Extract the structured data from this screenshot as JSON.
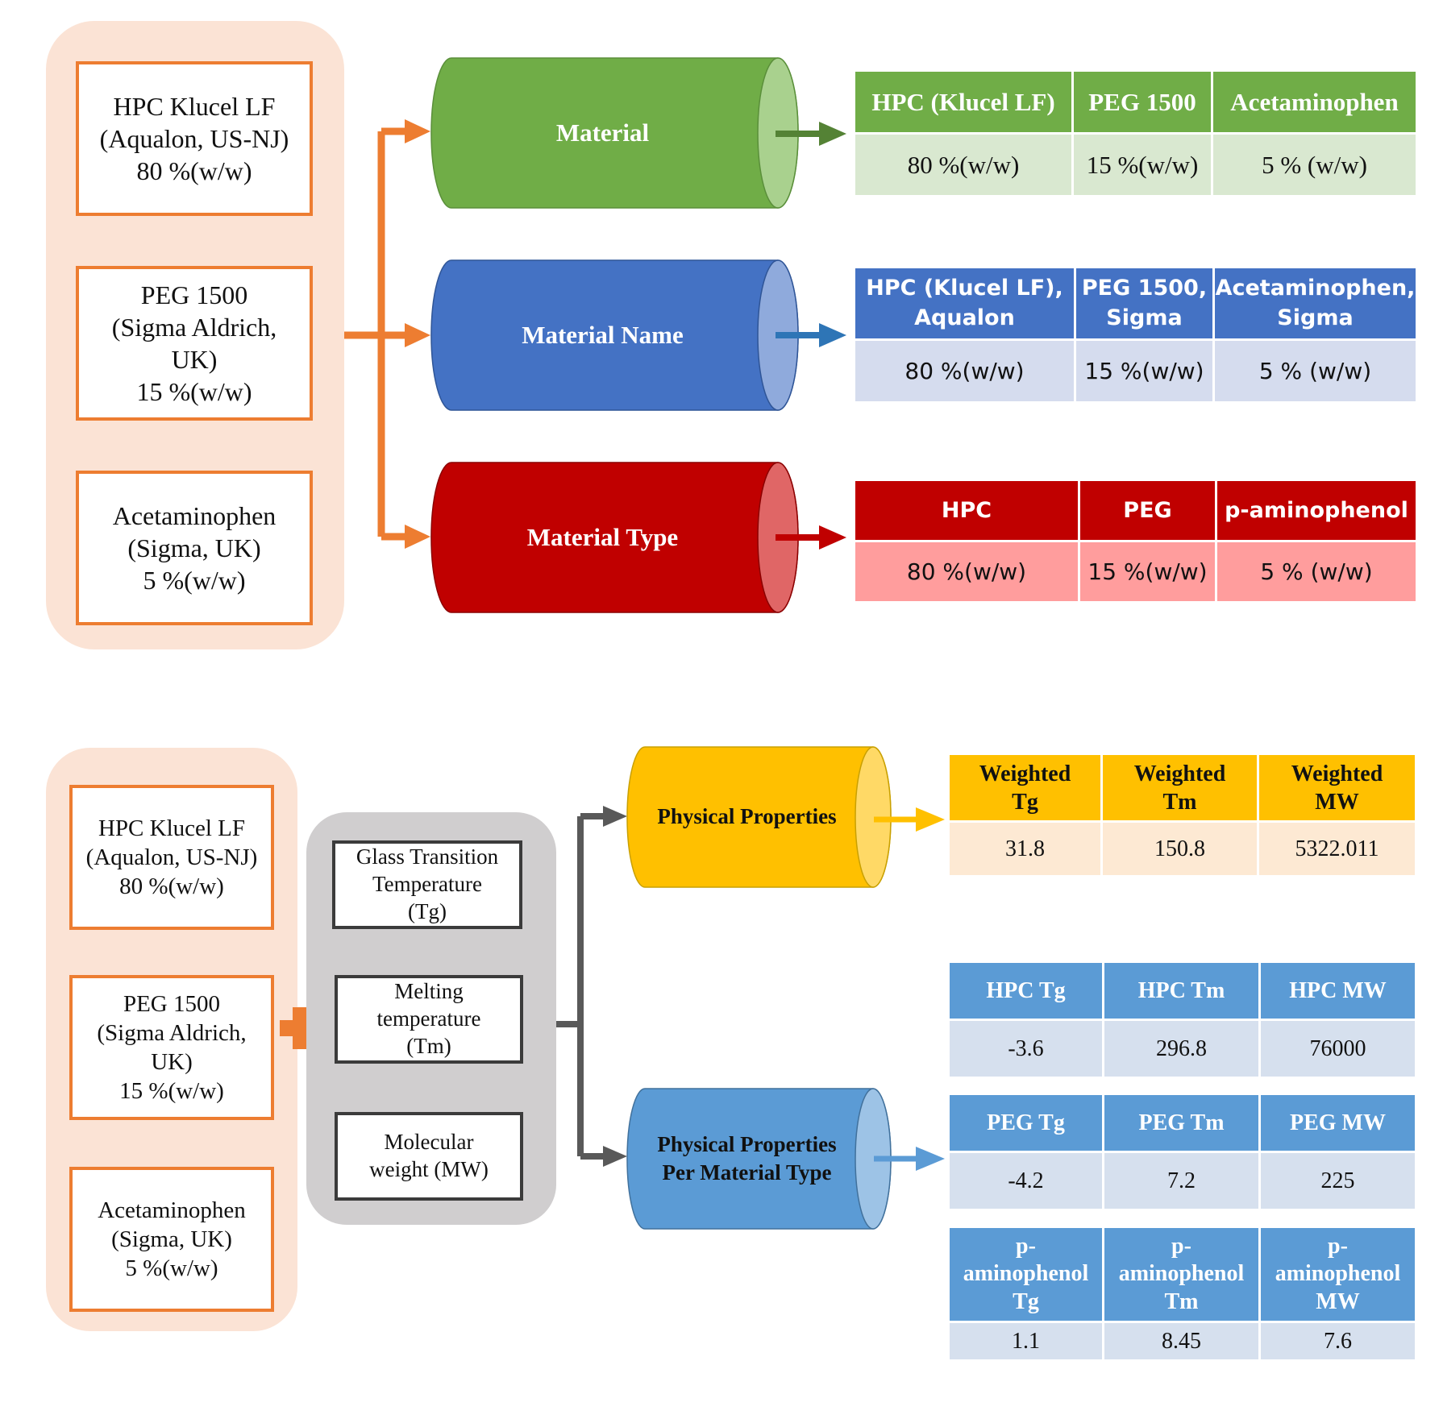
{
  "top": {
    "sources": [
      {
        "lines": [
          "HPC Klucel LF",
          "(Aqualon, US-NJ)",
          "80 %(w/w)"
        ]
      },
      {
        "lines": [
          "PEG 1500",
          "(Sigma Aldrich,",
          "UK)",
          "15 %(w/w)"
        ]
      },
      {
        "lines": [
          "Acetaminophen",
          "(Sigma, UK)",
          "5 %(w/w)"
        ]
      }
    ],
    "cylinders": [
      {
        "label": "Material",
        "color": "#70ad47",
        "cap": "#a9d18e"
      },
      {
        "label": "Material Name",
        "color": "#4472c4",
        "cap": "#8faadc"
      },
      {
        "label": "Material Type",
        "color": "#c00000",
        "cap": "#e06666"
      }
    ],
    "tables": [
      {
        "header": [
          "HPC (Klucel LF)",
          "PEG 1500",
          "Acetaminophen"
        ],
        "values": [
          "80 %(w/w)",
          "15 %(w/w)",
          "5 % (w/w)"
        ],
        "header_color": "#70ad47",
        "row_color": "#d9e8d0"
      },
      {
        "header": [
          [
            "HPC (Klucel LF),",
            "Aqualon"
          ],
          [
            "PEG 1500,",
            "Sigma"
          ],
          [
            "Acetaminophen,",
            "Sigma"
          ]
        ],
        "values": [
          "80 %(w/w)",
          "15 %(w/w)",
          "5 % (w/w)"
        ],
        "header_color": "#4472c4",
        "row_color": "#d5dcee"
      },
      {
        "header": [
          "HPC",
          "PEG",
          "p-aminophenol"
        ],
        "values": [
          "80 %(w/w)",
          "15 %(w/w)",
          "5 % (w/w)"
        ],
        "header_color": "#c00000",
        "row_color": "#ff9d9d"
      }
    ]
  },
  "bottom": {
    "sources": [
      {
        "lines": [
          "HPC Klucel LF",
          "(Aqualon, US-NJ)",
          "80 %(w/w)"
        ]
      },
      {
        "lines": [
          "PEG 1500",
          "(Sigma Aldrich,",
          "UK)",
          "15 %(w/w)"
        ]
      },
      {
        "lines": [
          "Acetaminophen",
          "(Sigma, UK)",
          "5 %(w/w)"
        ]
      }
    ],
    "properties": [
      {
        "lines": [
          "Glass Transition",
          "Temperature",
          "(Tg)"
        ]
      },
      {
        "lines": [
          "Melting",
          "temperature",
          "(Tm)"
        ]
      },
      {
        "lines": [
          "Molecular",
          "weight (MW)"
        ]
      }
    ],
    "cylinders": [
      {
        "lines": [
          "Physical Properties"
        ],
        "color": "#ffc000",
        "cap": "#ffd966"
      },
      {
        "lines": [
          "Physical Properties",
          "Per Material Type"
        ],
        "color": "#5b9bd5",
        "cap": "#9dc3e6"
      }
    ],
    "weighted_table": {
      "header": [
        [
          "Weighted",
          "Tg"
        ],
        [
          "Weighted",
          "Tm"
        ],
        [
          "Weighted",
          "MW"
        ]
      ],
      "values": [
        "31.8",
        "150.8",
        "5322.011"
      ],
      "header_color": "#ffc000",
      "row_color": "#fde9d3"
    },
    "type_tables": [
      {
        "header": [
          [
            "HPC Tg"
          ],
          [
            "HPC Tm"
          ],
          [
            "HPC MW"
          ]
        ],
        "values": [
          "-3.6",
          "296.8",
          "76000"
        ]
      },
      {
        "header": [
          [
            "PEG Tg"
          ],
          [
            "PEG Tm"
          ],
          [
            "PEG MW"
          ]
        ],
        "values": [
          "-4.2",
          "7.2",
          "225"
        ]
      },
      {
        "header": [
          [
            "p-",
            "aminophenol",
            "Tg"
          ],
          [
            "p-",
            "aminophenol",
            "Tm"
          ],
          [
            "p-",
            "aminophenol",
            "MW"
          ]
        ],
        "values": [
          "1.1",
          "8.45",
          "7.6"
        ]
      }
    ],
    "type_header_color": "#5b9bd5",
    "type_row_color": "#d6e0ee"
  }
}
